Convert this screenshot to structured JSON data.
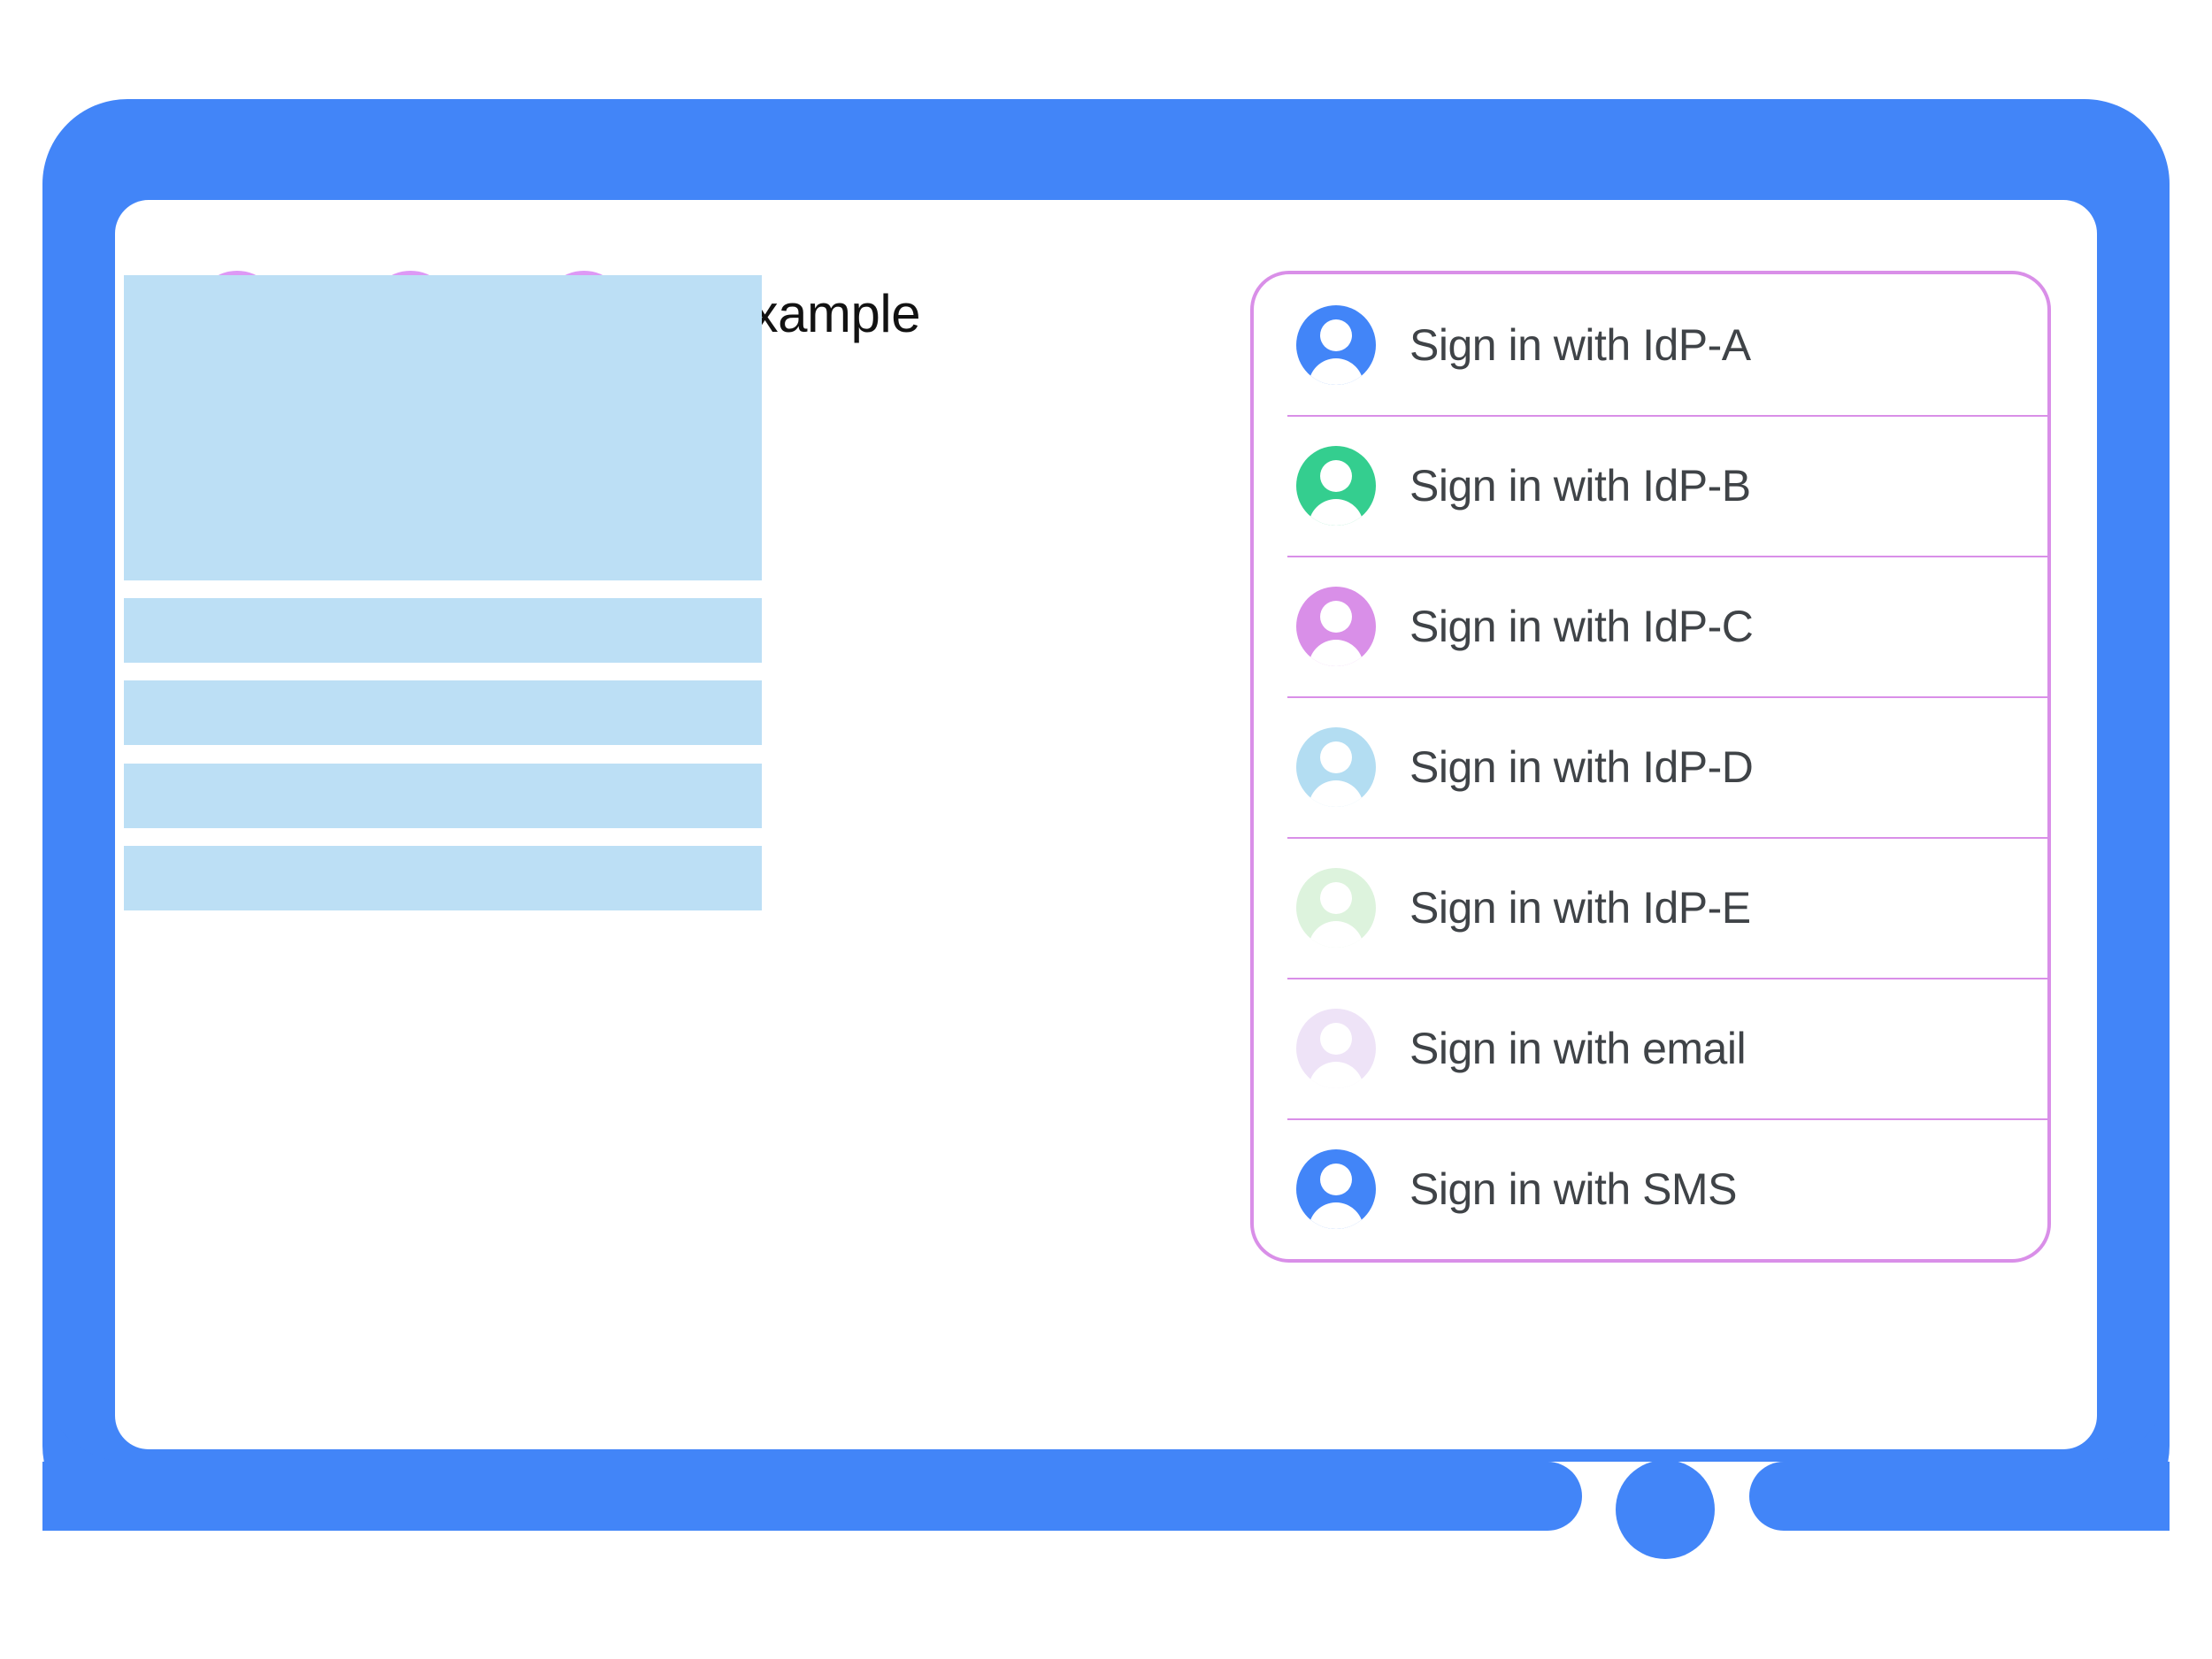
{
  "device": {
    "frame_color": "#4285f8",
    "home_button": "home-button"
  },
  "browser_window": {
    "title": "RP.example",
    "traffic_dots": [
      {
        "name": "dot-1",
        "color": "#dd99f5"
      },
      {
        "name": "dot-2",
        "color": "#dd99f5"
      },
      {
        "name": "dot-3",
        "color": "#dd99f5"
      }
    ]
  },
  "page_content": {
    "placeholder_color": "#bcdff5",
    "blocks": [
      {
        "name": "hero-block"
      },
      {
        "name": "text-bar-1"
      },
      {
        "name": "text-bar-2"
      },
      {
        "name": "text-bar-3"
      },
      {
        "name": "text-bar-4"
      }
    ]
  },
  "account_chooser": {
    "border_color": "#d98fe8",
    "divider_color": "#d98fe8",
    "label_color": "#3f4347",
    "items": [
      {
        "label": "Sign in with IdP-A",
        "avatar_color": "#4285f8",
        "icon": "person-avatar-icon"
      },
      {
        "label": "Sign in with IdP-B",
        "avatar_color": "#34ce8f",
        "icon": "person-avatar-icon"
      },
      {
        "label": "Sign in with IdP-C",
        "avatar_color": "#d98fe8",
        "icon": "person-avatar-icon"
      },
      {
        "label": "Sign in with IdP-D",
        "avatar_color": "#b3ddf2",
        "icon": "person-avatar-icon"
      },
      {
        "label": "Sign in with IdP-E",
        "avatar_color": "#ddf3dd",
        "icon": "person-avatar-icon"
      },
      {
        "label": "Sign in with email",
        "avatar_color": "#eee3f7",
        "icon": "person-avatar-icon"
      },
      {
        "label": "Sign in with SMS",
        "avatar_color": "#4285f8",
        "icon": "person-avatar-icon"
      }
    ]
  }
}
